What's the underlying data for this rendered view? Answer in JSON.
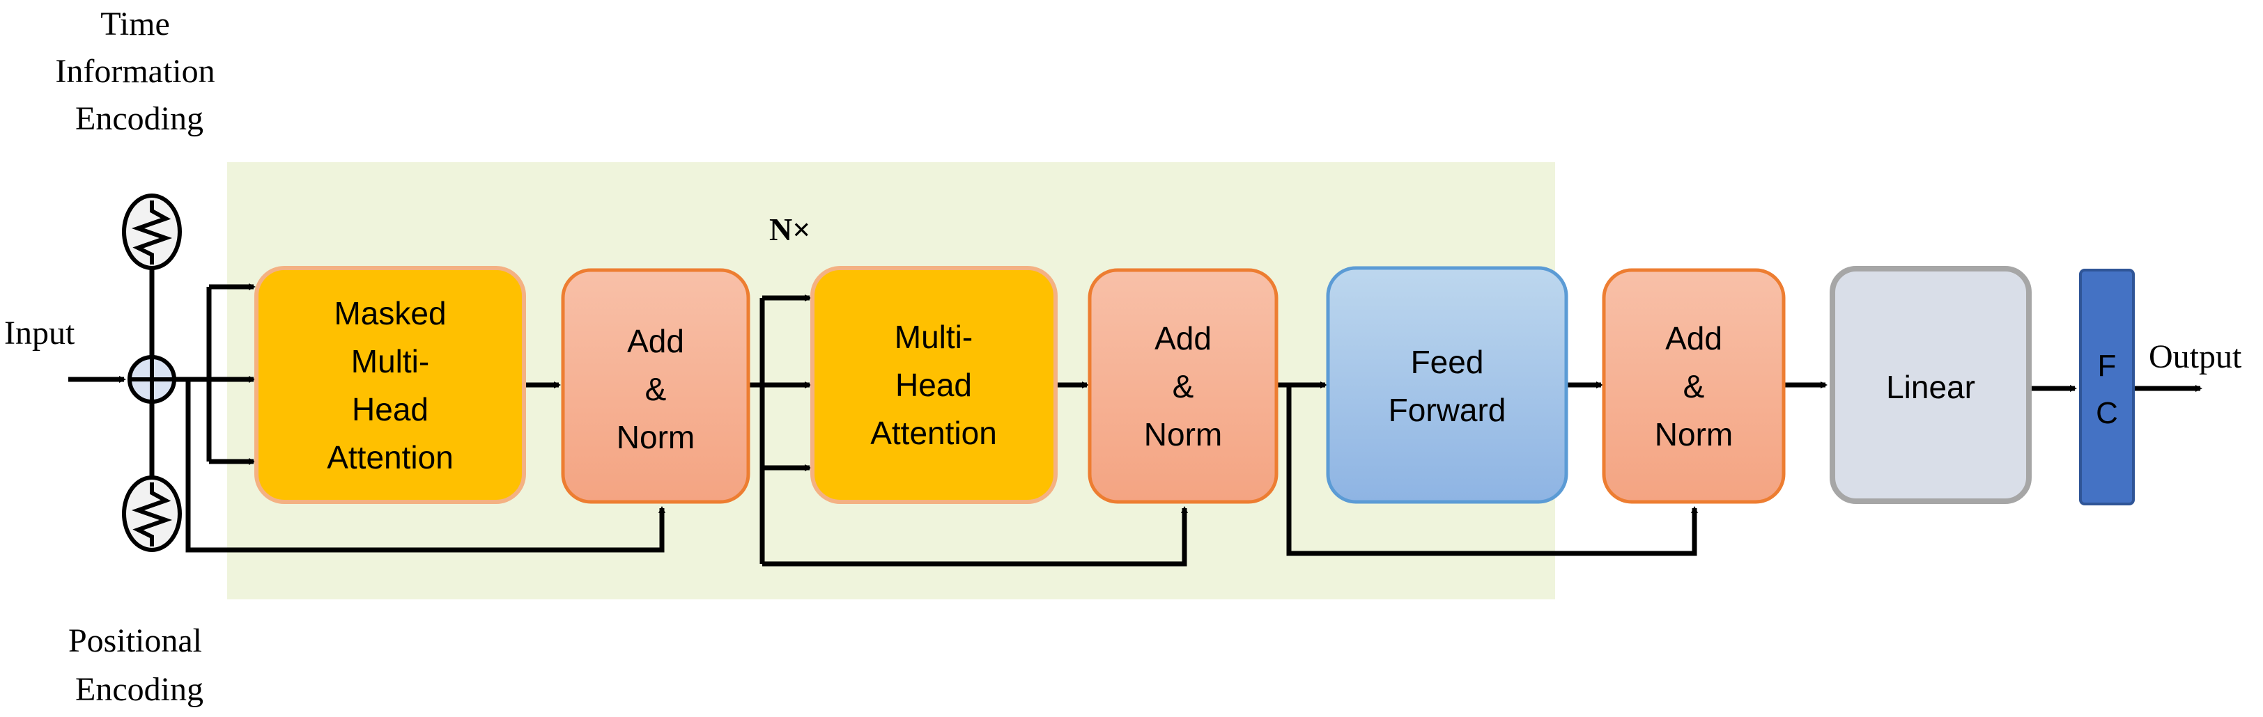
{
  "labels": {
    "time_encoding": [
      "Time",
      "Information",
      "Encoding"
    ],
    "positional_encoding": [
      "Positional",
      "Encoding"
    ],
    "input": "Input",
    "output": "Output",
    "repeat": "N×"
  },
  "blocks": {
    "masked_attention": [
      "Masked",
      "Multi-",
      "Head",
      "Attention"
    ],
    "add_norm_1": [
      "Add",
      "&",
      "Norm"
    ],
    "multi_head_attention": [
      "Multi-",
      "Head",
      "Attention"
    ],
    "add_norm_2": [
      "Add",
      "&",
      "Norm"
    ],
    "feed_forward": [
      "Feed",
      "Forward"
    ],
    "add_norm_3": [
      "Add",
      "&",
      "Norm"
    ],
    "linear": [
      "Linear"
    ],
    "fc": [
      "F",
      "C"
    ]
  },
  "colors": {
    "panel": "#EFF4DC",
    "attention_fill": "#FFC000",
    "attention_border": "#F4B183",
    "addnorm_top": "#F8C0A8",
    "addnorm_bottom": "#F4A482",
    "addnorm_border": "#ED7D31",
    "ff_top": "#BDD7EE",
    "ff_bottom": "#8EB4E3",
    "ff_border": "#5B9BD5",
    "linear_fill": "#D9DEE8",
    "linear_border": "#A6A6A6",
    "fc_fill": "#4472C4",
    "fc_border": "#2F5597"
  }
}
